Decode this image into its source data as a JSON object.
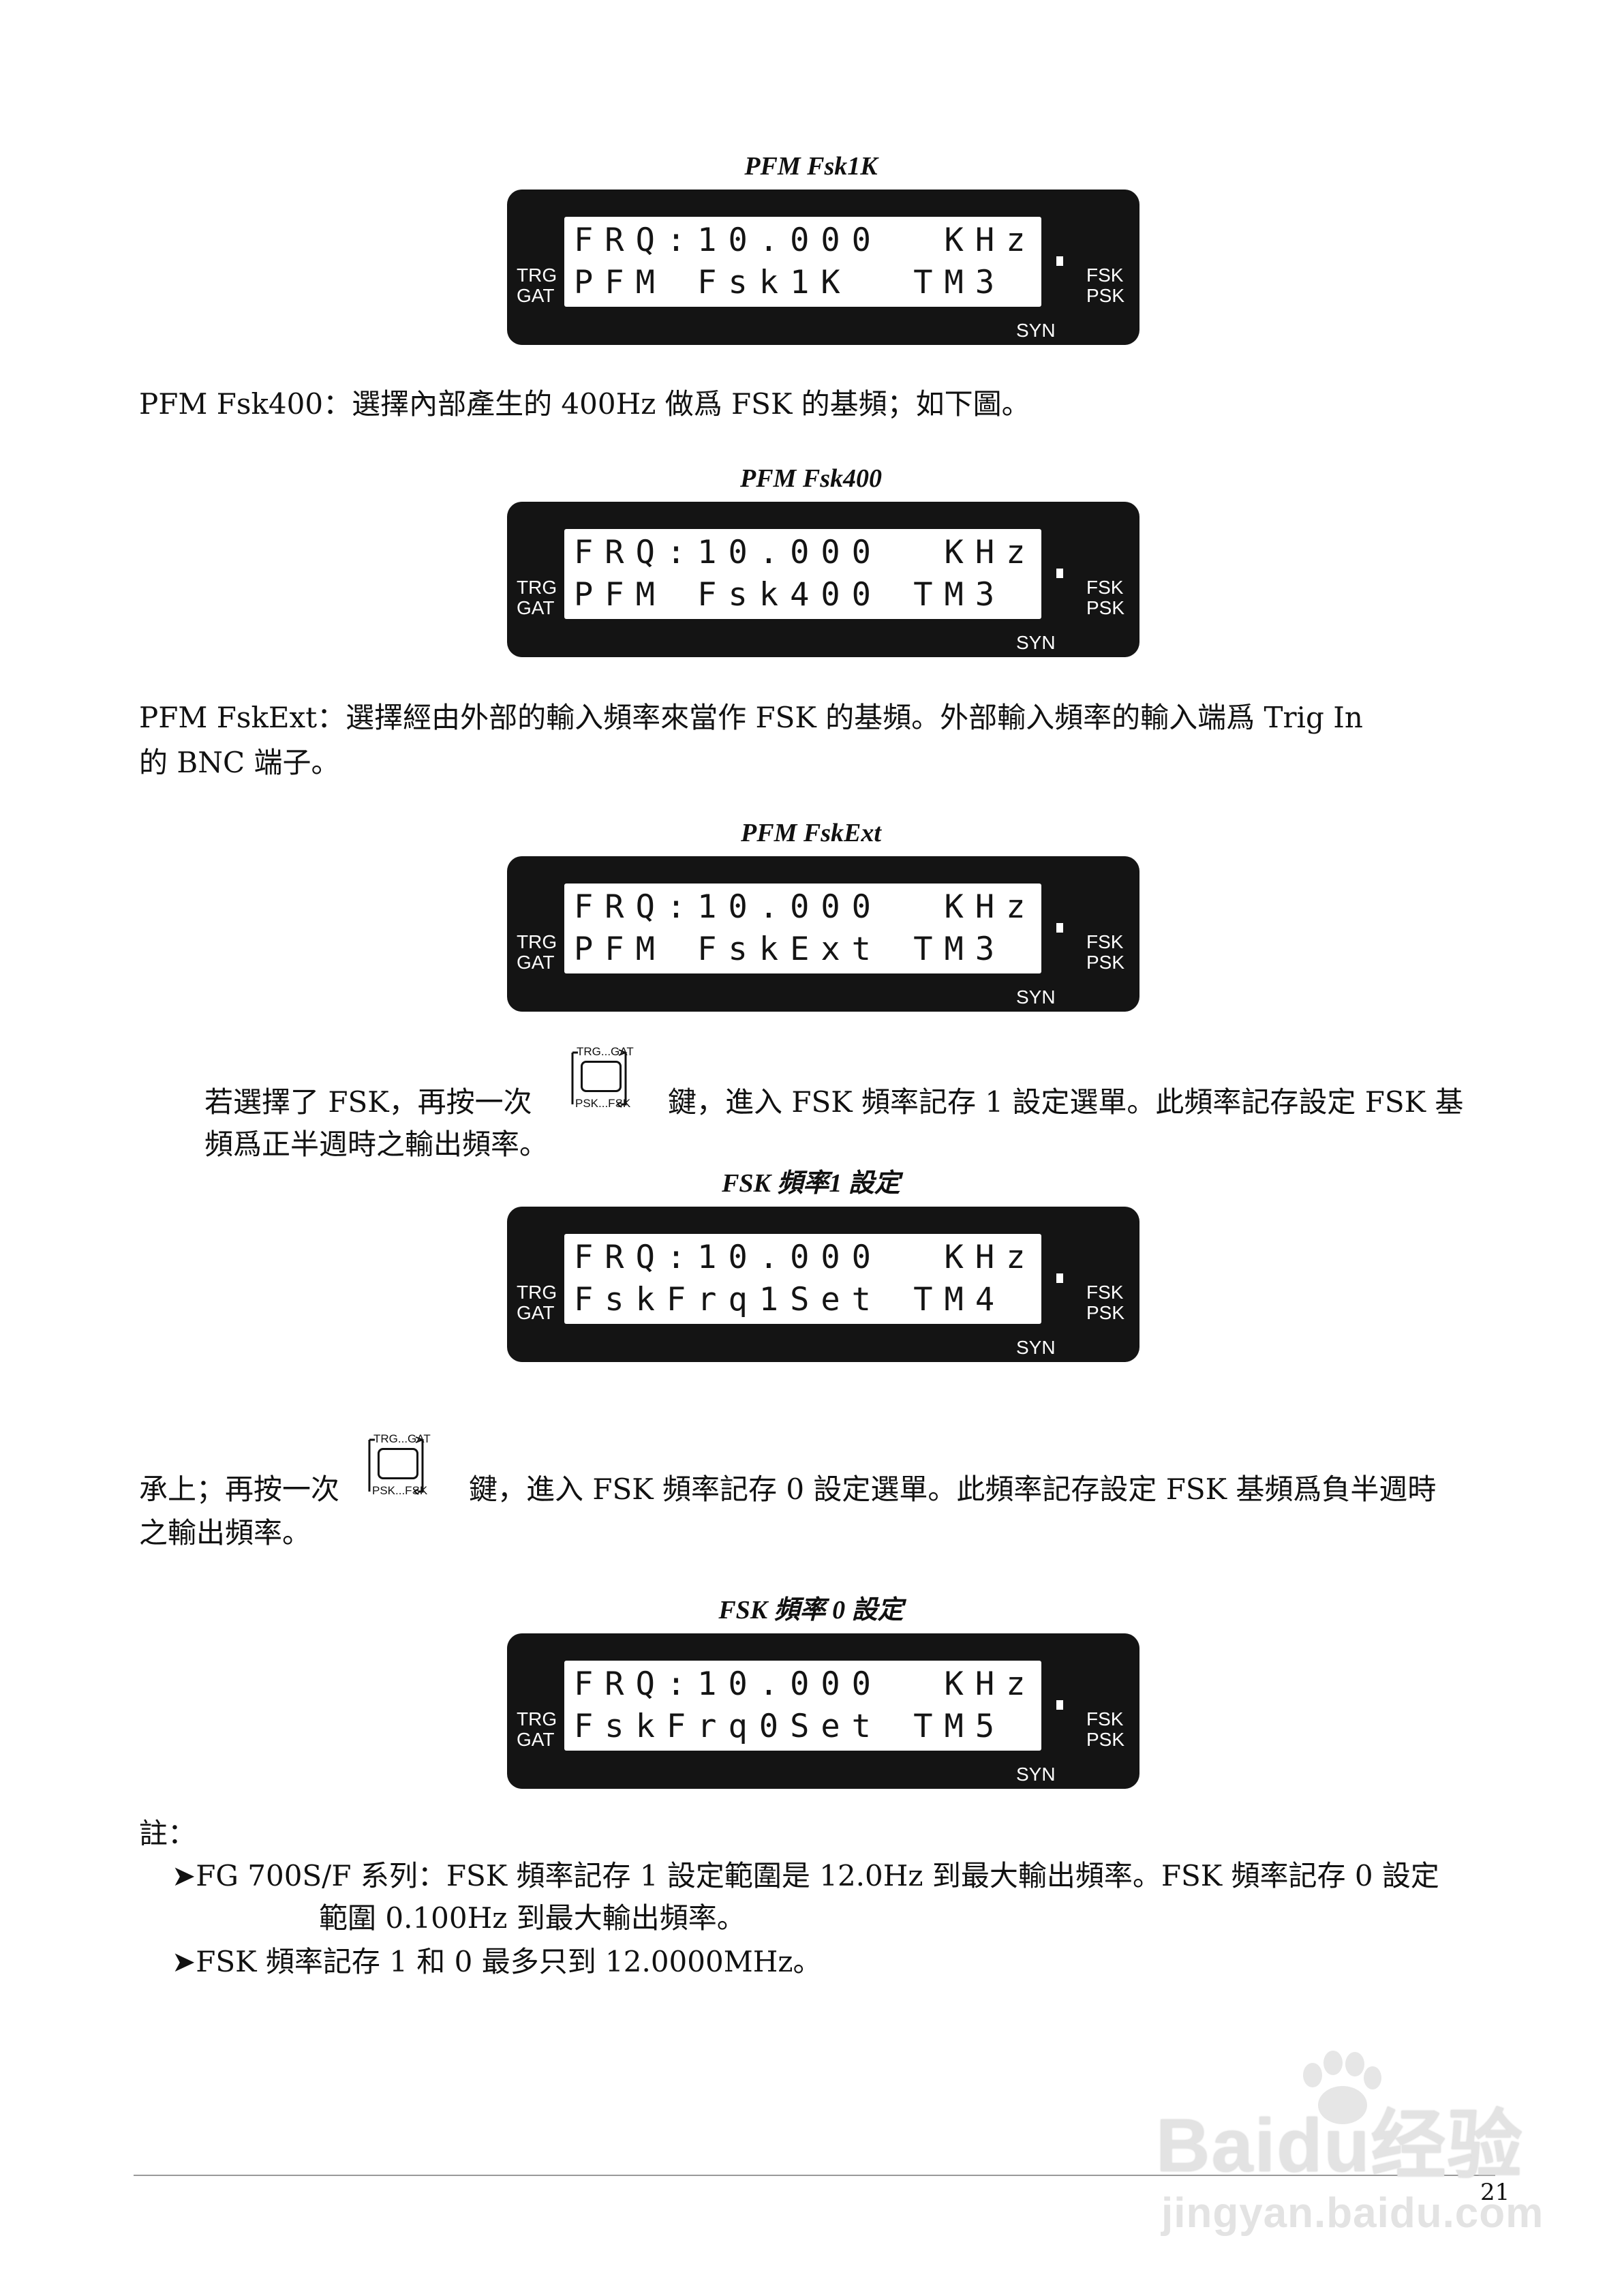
{
  "panels": [
    {
      "caption": "PFM    Fsk1K",
      "line1": "FRQ:10.000  KHz",
      "line2": "PFM Fsk1K  TM3"
    },
    {
      "caption": "PFM    Fsk400",
      "line1": "FRQ:10.000  KHz",
      "line2": "PFM Fsk400 TM3"
    },
    {
      "caption": "PFM    FskExt",
      "line1": "FRQ:10.000  KHz",
      "line2": "PFM FskExt TM3"
    },
    {
      "caption": "FSK 頻率1 設定",
      "line1": "FRQ:10.000  KHz",
      "line2": "FskFrq1Set TM4"
    },
    {
      "caption": "FSK 頻率 0 設定",
      "line1": "FRQ:10.000  KHz",
      "line2": "FskFrq0Set TM5"
    }
  ],
  "lcd_labels": {
    "trg": "TRG",
    "gat": "GAT",
    "fsk": "FSK",
    "psk": "PSK",
    "syn": "SYN"
  },
  "key_icon": {
    "top": "TRG...GAT",
    "bottom": "PSK...FSK"
  },
  "paragraphs": {
    "p1": "PFM    Fsk400：選擇內部產生的 400Hz 做爲 FSK 的基頻；如下圖。",
    "p2_line1": "PFM    FskExt：選擇經由外部的輸入頻率來當作 FSK 的基頻。外部輸入頻率的輸入端爲 Trig  In",
    "p2_line2": "的 BNC 端子。",
    "p3_before": "若選擇了 FSK，再按一次",
    "p3_after": "鍵，進入 FSK 頻率記存 1 設定選單。此頻率記存設定 FSK 基",
    "p3_line2": "頻爲正半週時之輸出頻率。",
    "p4_before": "承上；再按一次",
    "p4_after": "鍵，進入 FSK 頻率記存 0 設定選單。此頻率記存設定 FSK 基頻爲負半週時",
    "p4_line2": "之輸出頻率。"
  },
  "notes": {
    "title": "註：",
    "bullet_icon": "arrowhead-bullet-icon",
    "n1_line1": "FG 700S/F 系列：FSK 頻率記存 1 設定範圍是 12.0Hz 到最大輸出頻率。FSK 頻率記存 0 設定",
    "n1_line2": "範圍 0.100Hz 到最大輸出頻率。",
    "n2": "FSK 頻率記存 1 和 0 最多只到 12.0000MHz。"
  },
  "page_number": "21",
  "watermark": {
    "logo": "Baidu经验",
    "url": "jingyan.baidu.com"
  }
}
